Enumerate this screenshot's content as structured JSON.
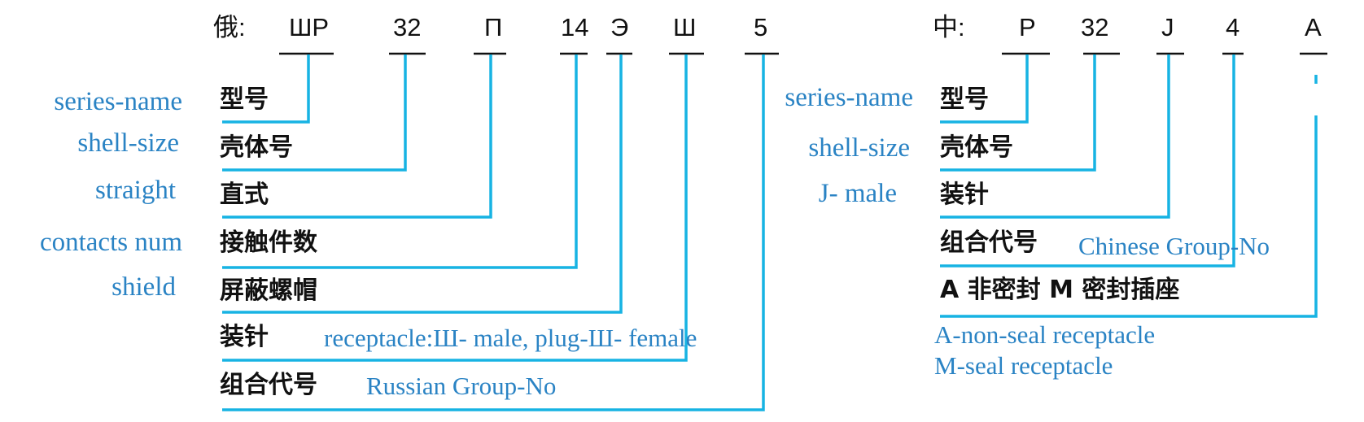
{
  "russian": {
    "prefix": "俄:",
    "codes": [
      "ШР",
      "32",
      "П",
      "14",
      "Э",
      "Ш",
      "5"
    ],
    "fields_cn": [
      "型号",
      "壳体号",
      "直式",
      "接触件数",
      "屏蔽螺帽",
      "装针",
      "组合代号"
    ],
    "fields_en": [
      "series-name",
      "shell-size",
      "straight",
      "contacts num",
      "shield"
    ],
    "pin_note": "receptacle:Ш- male, plug-Ш- female",
    "group_note": "Russian Group-No"
  },
  "chinese": {
    "prefix": "中:",
    "codes": [
      "P",
      "32",
      "J",
      "4",
      "A"
    ],
    "fields_cn": [
      "型号",
      "壳体号",
      "装针",
      "组合代号"
    ],
    "fields_en": [
      "series-name",
      "shell-size",
      "J- male"
    ],
    "group_note": "Chinese Group-No",
    "seal_cn": "A 非密封 M 密封插座",
    "seal_en_1": "A-non-seal receptacle",
    "seal_en_2": "M-seal receptacle"
  },
  "colors": {
    "connector_line": "#17b3e3",
    "english_text": "#2a83c4",
    "code_underline": "#111111"
  }
}
